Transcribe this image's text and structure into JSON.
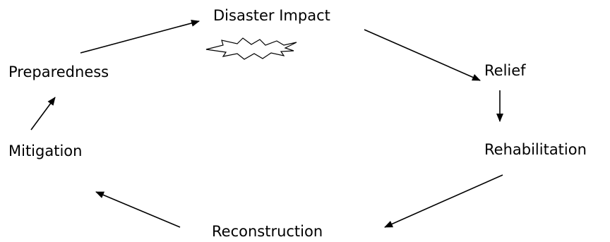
{
  "diagram": {
    "nodes": {
      "disaster_impact": "Disaster Impact",
      "relief": "Relief",
      "rehabilitation": "Rehabilitation",
      "reconstruction": "Reconstruction",
      "mitigation": "Mitigation",
      "preparedness": "Preparedness"
    },
    "edges": [
      {
        "from": "Disaster Impact",
        "to": "Relief"
      },
      {
        "from": "Relief",
        "to": "Rehabilitation"
      },
      {
        "from": "Rehabilitation",
        "to": "Reconstruction"
      },
      {
        "from": "Reconstruction",
        "to": "Mitigation"
      },
      {
        "from": "Mitigation",
        "to": "Preparedness"
      },
      {
        "from": "Preparedness",
        "to": "Disaster Impact"
      }
    ],
    "decoration": "explosion-icon",
    "color": "#000000"
  }
}
